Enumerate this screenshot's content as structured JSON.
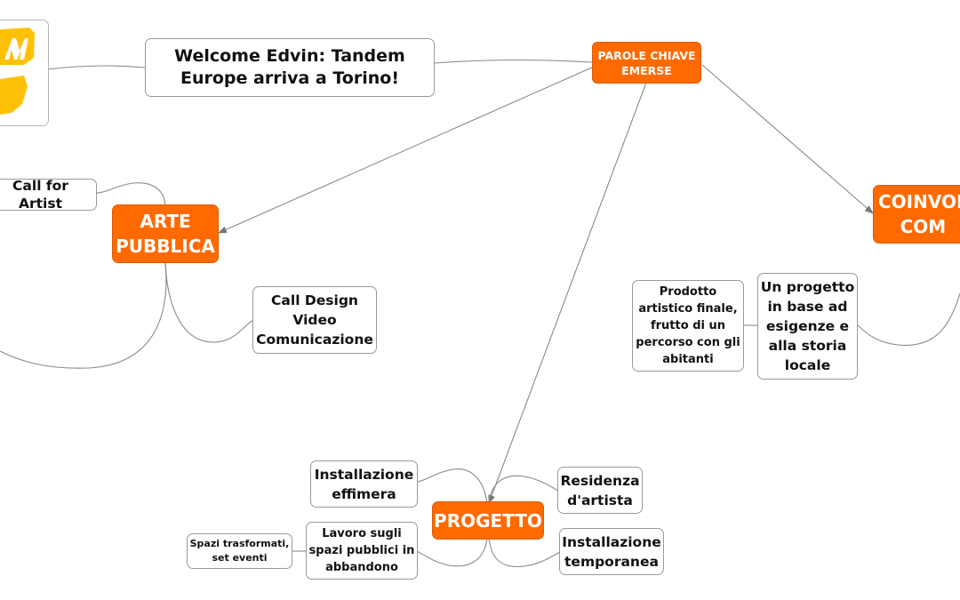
{
  "colors": {
    "accent": "#ff6a00",
    "line": "#888888",
    "border": "#9a9a9a"
  },
  "logo": {
    "icon": "tandem-logo-icon",
    "color": "#ffc107"
  },
  "nodes": {
    "welcome": "Welcome Edvin: Tandem\nEurope arriva a Torino!",
    "parole_chiave": "PAROLE CHIAVE\nEMERSE",
    "arte_pubblica": "ARTE\nPUBBLICA",
    "call_artist": "Call for Artist",
    "call_design": "Call Design\nVideo\nComunicazione",
    "coinvolgimento": "COINVOL\nCOM",
    "prodotto": "Prodotto\nartistico finale,\nfrutto di un\npercorso con gli\nabitanti",
    "progetto_base": "Un progetto\nin base ad\nesigenze e\nalla storia\nlocale",
    "progetto": "PROGETTO",
    "installazione_effimera": "Installazione\neffimera",
    "residenza": "Residenza\nd'artista",
    "lavoro_sugli": "Lavoro sugli\nspazi pubblici in\nabbandono",
    "spazi_trasformati": "Spazi trasformati,\nset eventi",
    "installazione_temporanea": "Installazione\ntemporanea"
  }
}
